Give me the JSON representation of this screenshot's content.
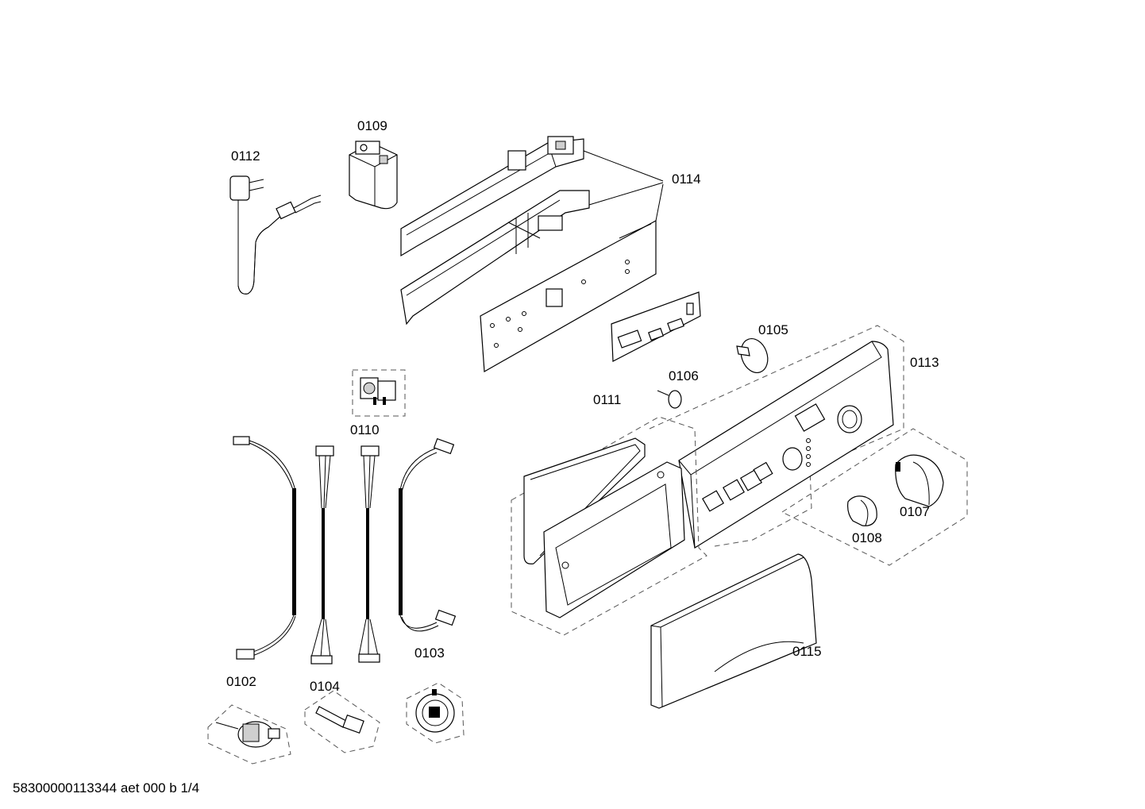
{
  "labels": {
    "p0112": "0112",
    "p0109": "0109",
    "p0114": "0114",
    "p0105": "0105",
    "p0113": "0113",
    "p0106": "0106",
    "p0111": "0111",
    "p0110": "0110",
    "p0107": "0107",
    "p0108": "0108",
    "p0102": "0102",
    "p0104": "0104",
    "p0103": "0103",
    "p0115": "0115"
  },
  "footer": "58300000113344 aet 000 b 1/4"
}
